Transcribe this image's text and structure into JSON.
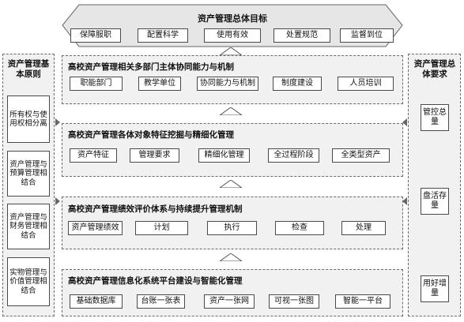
{
  "top_goal": {
    "title": "资产管理总体目标",
    "items": [
      "保障服职",
      "配置科学",
      "使用有效",
      "处置规范",
      "监督到位"
    ]
  },
  "left_panel": {
    "title": "资产管理基本原则",
    "items": [
      "所有权与使用权相分离",
      "资产管理与预算管理相结合",
      "资产管理与财务管理相结合",
      "实物管理与价值管理相结合"
    ]
  },
  "right_panel": {
    "title": "资产管理总体要求",
    "items": [
      "管控总量",
      "盘活存量",
      "用好增量"
    ]
  },
  "sections": [
    {
      "title": "高校资产管理相关多部门主体协同能力与机制",
      "items": [
        "职能部门",
        "教学单位",
        "协同能力与机制",
        "制度建设",
        "人员培训"
      ]
    },
    {
      "title": "高校资产管理各体对象特征挖掘与精细化管理",
      "items": [
        "资产特征",
        "管理要求",
        "精细化管理",
        "全过程阶段",
        "全类型资产"
      ]
    },
    {
      "title": "高校资产管理绩效评价体系与持续提升管理机制",
      "items": [
        "资产管理绩效",
        "计划",
        "执行",
        "检查",
        "处理"
      ]
    },
    {
      "title": "高校资产管理信息化系统平台建设与智能化管理",
      "items": [
        "基础数据库",
        "台账一张表",
        "资产一张网",
        "可视一张图",
        "智能一平台"
      ]
    }
  ]
}
